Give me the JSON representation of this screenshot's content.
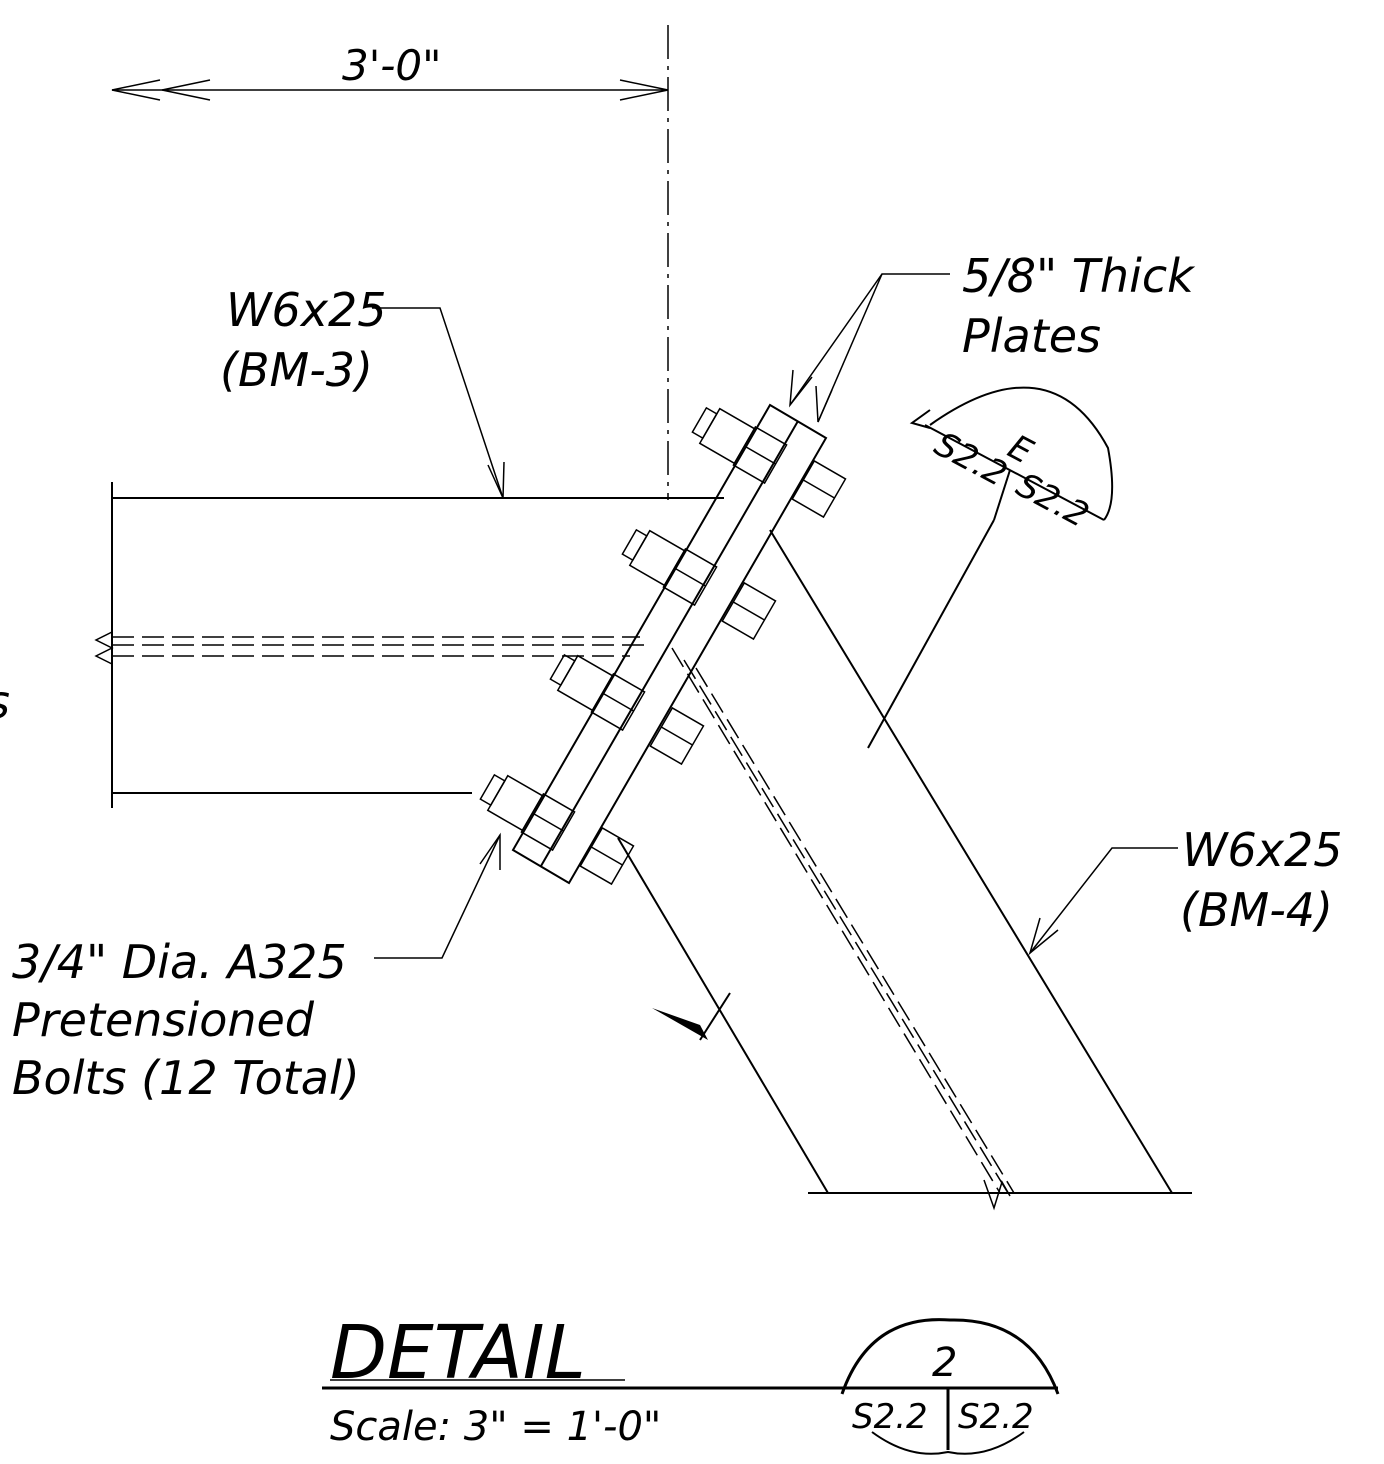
{
  "dimension": {
    "label": "3'-0\""
  },
  "labels": {
    "beam_top_line1": "W6x25",
    "beam_top_line2": "(BM-3)",
    "plates_line1": "5/8\" Thick",
    "plates_line2": "Plates",
    "beam_diag_line1": "W6x25",
    "beam_diag_line2": "(BM-4)",
    "bolts_line1": "3/4\" Dia. A325",
    "bolts_line2": "Pretensioned",
    "bolts_line3": "Bolts (12 Total)",
    "edge_fragment": "s"
  },
  "section_marker": {
    "id": "E",
    "sheet_left": "S2.2",
    "sheet_right": "S2.2"
  },
  "title_block": {
    "title": "DETAIL",
    "scale": "Scale: 3\" = 1'-0\"",
    "detail_number": "2",
    "sheet_left": "S2.2",
    "sheet_right": "S2.2"
  }
}
